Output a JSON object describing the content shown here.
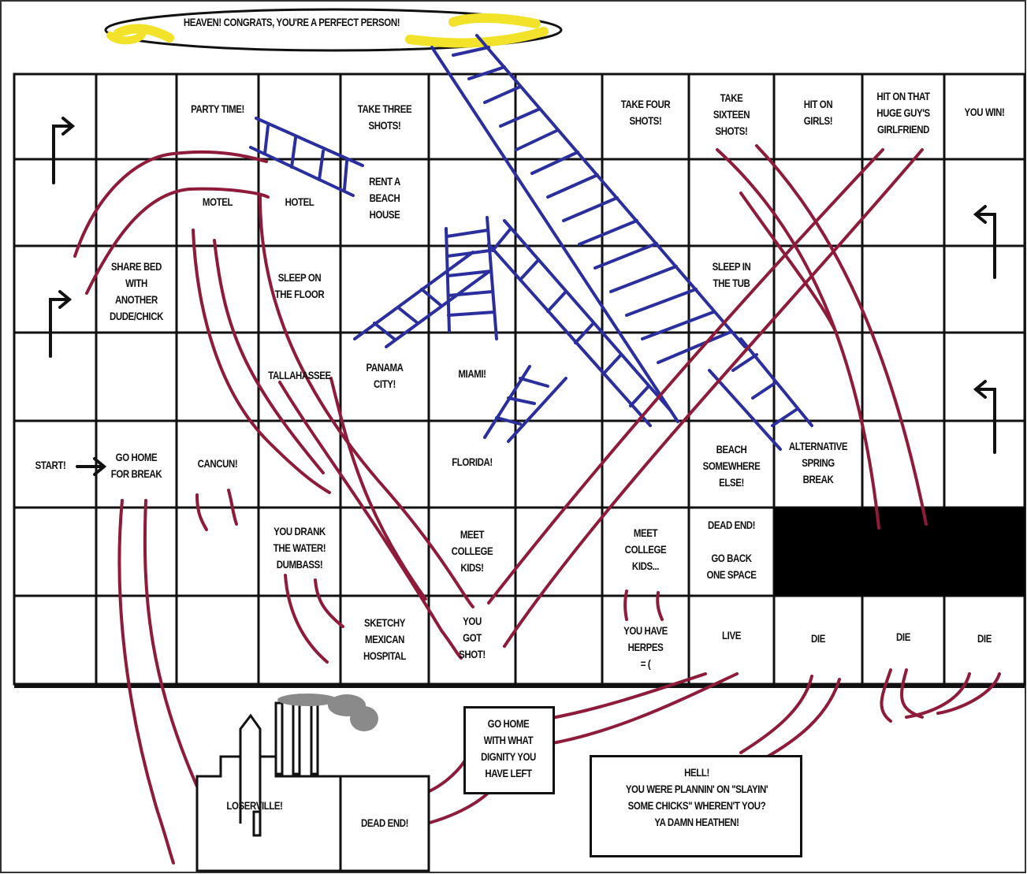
{
  "heaven": {
    "text": "HEAVEN! CONGRATS, YOU'RE A PERFECT PERSON!"
  },
  "cells": {
    "party_time": [
      "PARTY TIME!"
    ],
    "take_three": [
      "TAKE THREE",
      "SHOTS!"
    ],
    "take_four": [
      "TAKE FOUR",
      "SHOTS!"
    ],
    "take_sixteen": [
      "TAKE",
      "SIXTEEN",
      "SHOTS!"
    ],
    "hit_on_girls": [
      "HIT ON",
      "GIRLS!"
    ],
    "hit_on_huge": [
      "HIT ON THAT",
      "HUGE GUY'S",
      "GIRLFRIEND"
    ],
    "you_win": [
      "YOU WIN!"
    ],
    "motel": [
      "MOTEL"
    ],
    "hotel": [
      "HOTEL"
    ],
    "rent_beach": [
      "RENT A",
      "BEACH",
      "HOUSE"
    ],
    "share_bed": [
      "SHARE BED",
      "WITH",
      "ANOTHER",
      "DUDE/CHICK"
    ],
    "sleep_floor": [
      "SLEEP ON",
      "THE FLOOR"
    ],
    "sleep_tub": [
      "SLEEP IN",
      "THE TUB"
    ],
    "tallahassee": [
      "TALLAHASSEE"
    ],
    "panama": [
      "PANAMA",
      "CITY!"
    ],
    "miami": [
      "MIAMI!"
    ],
    "start": [
      "START!"
    ],
    "go_home_break": [
      "GO HOME",
      "FOR BREAK"
    ],
    "cancun": [
      "CANCUN!"
    ],
    "florida": [
      "FLORIDA!"
    ],
    "beach_else": [
      "BEACH",
      "SOMEWHERE",
      "ELSE!"
    ],
    "alt_spring": [
      "ALTERNATIVE",
      "SPRING",
      "BREAK"
    ],
    "drank_water": [
      "YOU DRANK",
      "THE WATER!",
      "DUMBASS!"
    ],
    "meet_kids": [
      "MEET",
      "COLLEGE",
      "KIDS!"
    ],
    "meet_kids2": [
      "MEET",
      "COLLEGE",
      "KIDS..."
    ],
    "dead_end_back": [
      "DEAD END!",
      "",
      "GO BACK",
      "ONE SPACE"
    ],
    "sketchy": [
      "SKETCHY",
      "MEXICAN",
      "HOSPITAL"
    ],
    "you_got_shot": [
      "YOU",
      "GOT",
      "SHOT!"
    ],
    "herpes": [
      "YOU HAVE",
      "HERPES",
      "= ("
    ],
    "live": [
      "LIVE"
    ],
    "die1": [
      "DIE"
    ],
    "die2": [
      "DIE"
    ],
    "die3": [
      "DIE"
    ]
  },
  "loserville": {
    "text": "LOSERVILLE!"
  },
  "dead_end_bottom": {
    "text": "DEAD END!"
  },
  "go_home_dignity": {
    "lines": [
      "GO HOME",
      "WITH WHAT",
      "DIGNITY YOU",
      "HAVE LEFT"
    ]
  },
  "hell": {
    "lines": [
      "HELL!",
      "YOU WERE PLANNIN' ON \"SLAYIN'",
      "SOME CHICKS\" WHEREN'T YOU?",
      "YA DAMN HEATHEN!"
    ]
  },
  "colors": {
    "ladder": "#2b2f9e",
    "chute": "#8e1b3a",
    "heaven_glow": "#f2e22a",
    "hell_glow": "#e0201f",
    "grid": "#111111"
  }
}
